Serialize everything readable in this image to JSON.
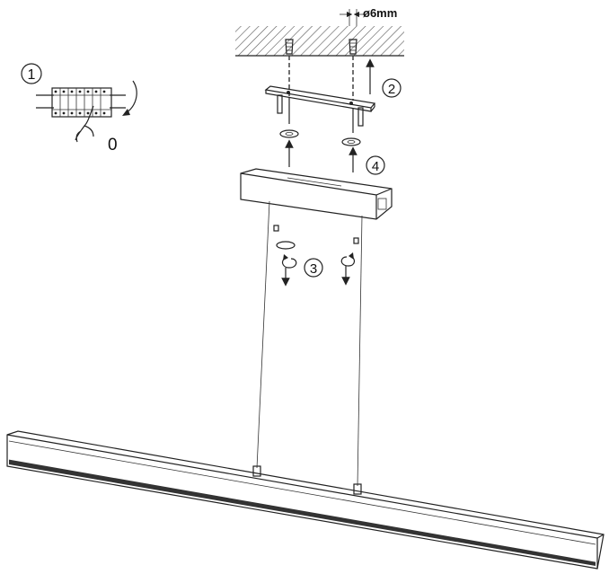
{
  "labels": {
    "drill_diameter": "ø6mm",
    "switch_off": "0",
    "step1": "1",
    "step2": "2",
    "step3": "3",
    "step4": "4"
  },
  "colors": {
    "line": "#222222",
    "background": "#ffffff"
  },
  "icons": {
    "hand": "hand-icon",
    "rotate": "rotate-arrow-icon",
    "up": "arrow-up-icon",
    "down": "arrow-down-icon"
  }
}
